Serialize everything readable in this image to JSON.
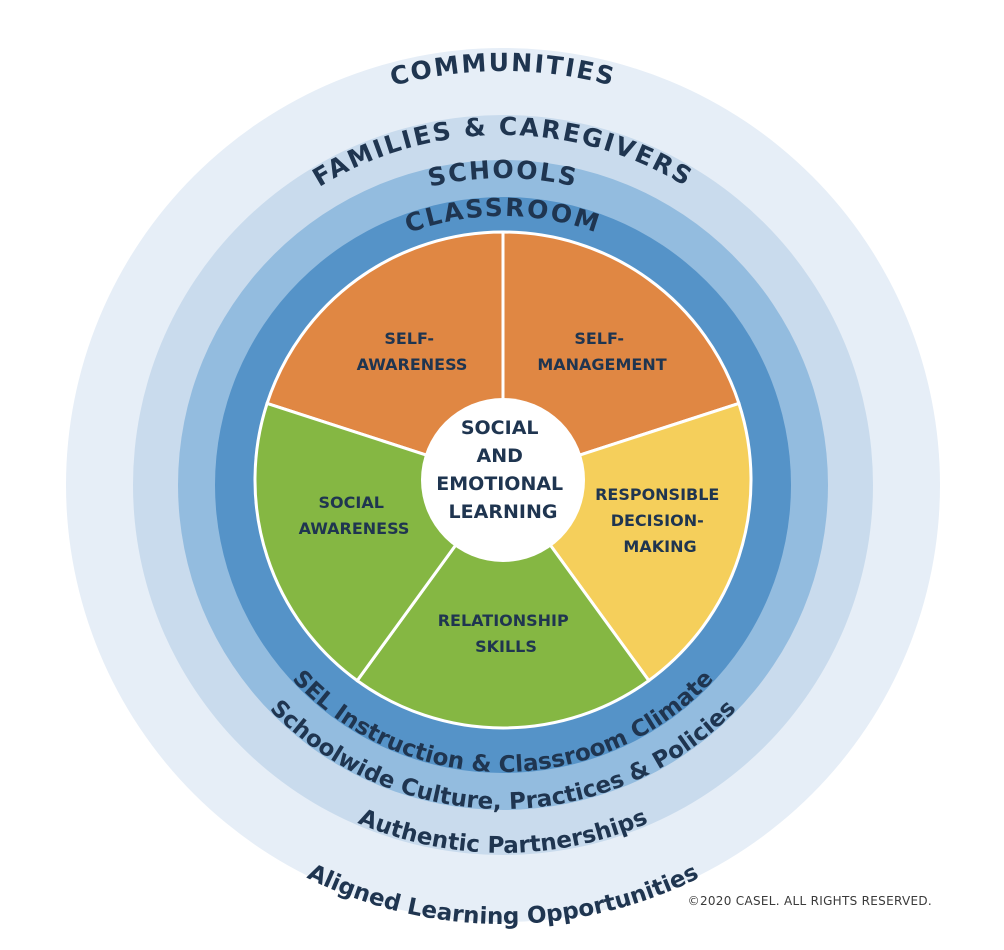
{
  "rings": {
    "communities": {
      "title": "COMMUNITIES",
      "subtitle": "Aligned Learning Opportunities",
      "color": "#e6eef7"
    },
    "families": {
      "title": "FAMILIES & CAREGIVERS",
      "subtitle": "Authentic Partnerships",
      "color": "#c9dbed"
    },
    "schools": {
      "title": "SCHOOLS",
      "subtitle": "Schoolwide Culture, Practices & Policies",
      "color": "#93bcdf"
    },
    "classroom": {
      "title": "CLASSROOM",
      "subtitle": "SEL Instruction & Classroom Climate",
      "color": "#5593c8"
    }
  },
  "wedges": {
    "self_awareness": {
      "lines": [
        "SELF-",
        "AWARENESS"
      ],
      "color": "#e08743"
    },
    "self_management": {
      "lines": [
        "SELF-",
        "MANAGEMENT"
      ],
      "color": "#e08743"
    },
    "responsible_decision_making": {
      "lines": [
        "RESPONSIBLE",
        "DECISION-",
        "MAKING"
      ],
      "color": "#f5cf5b"
    },
    "relationship_skills": {
      "lines": [
        "RELATIONSHIP",
        "SKILLS"
      ],
      "color": "#85b743"
    },
    "social_awareness": {
      "lines": [
        "SOCIAL",
        "AWARENESS"
      ],
      "color": "#85b743"
    }
  },
  "center": {
    "lines": [
      "SOCIAL",
      "AND",
      "EMOTIONAL",
      "LEARNING"
    ]
  },
  "copyright": "©2020 CASEL. ALL RIGHTS RESERVED."
}
